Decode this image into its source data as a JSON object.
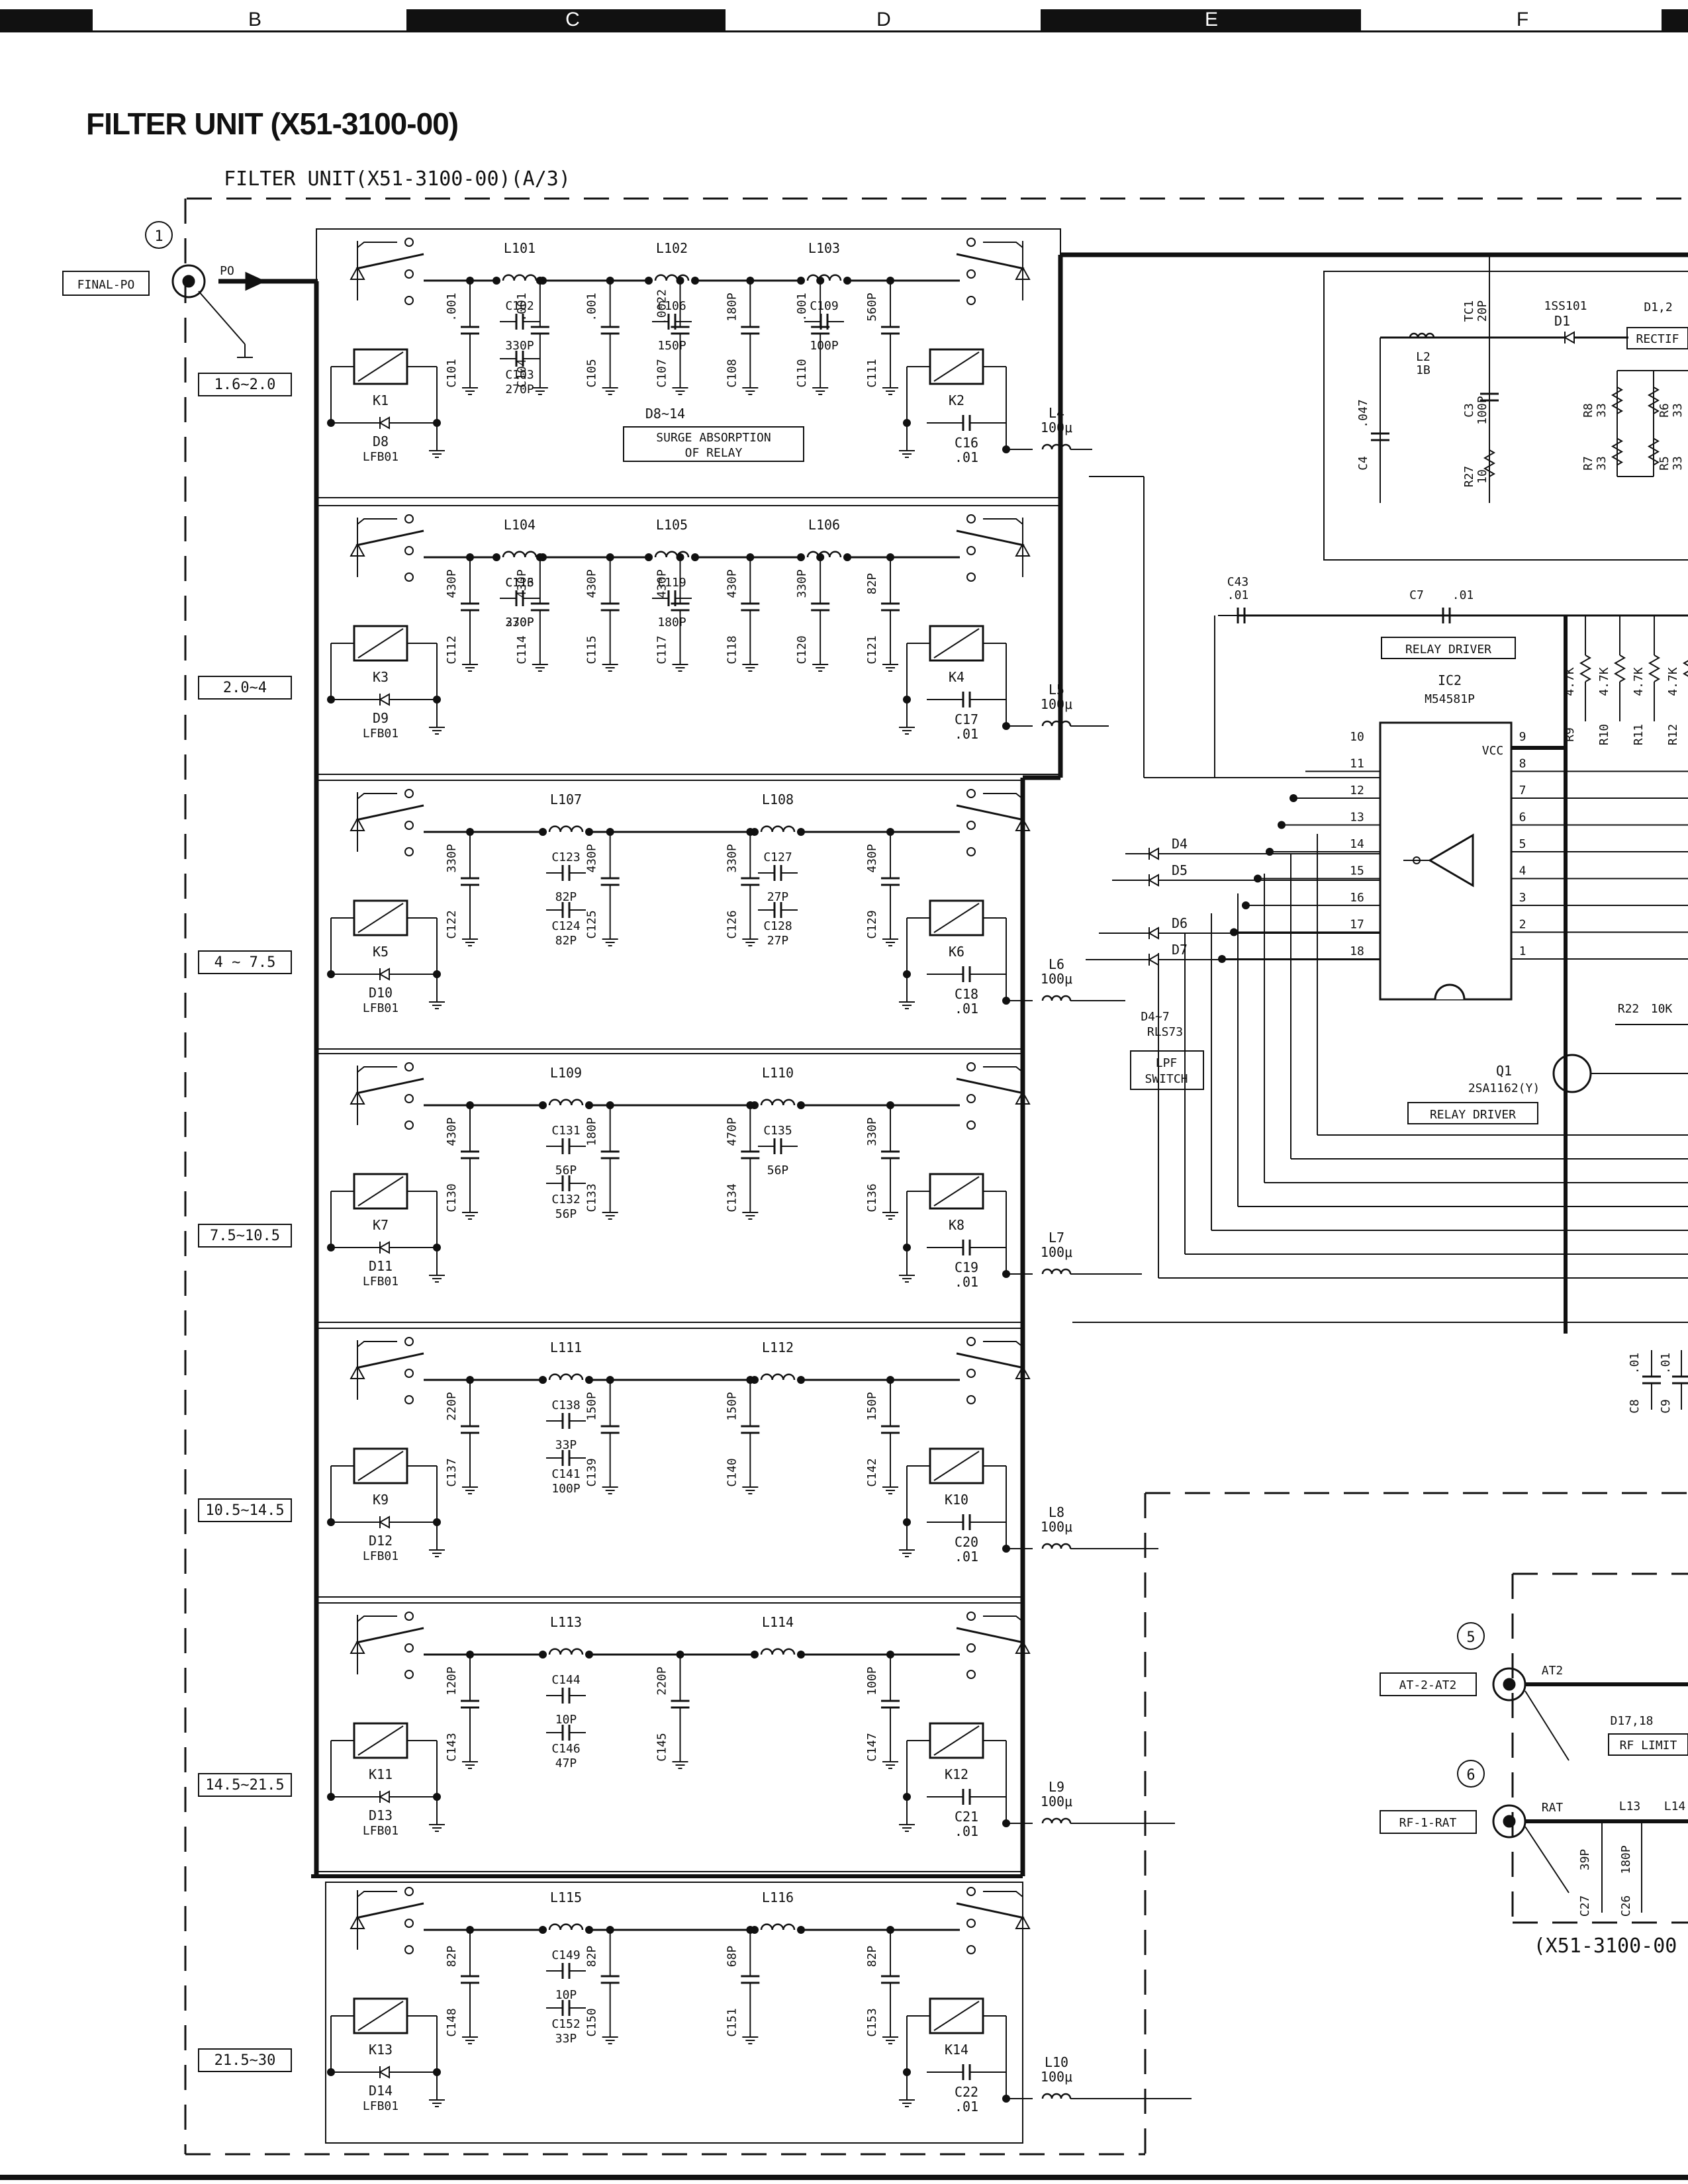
{
  "page": {
    "title": "FILTER UNIT (X51-3100-00)"
  },
  "grid": {
    "columns": [
      "B",
      "C",
      "D",
      "E",
      "F"
    ]
  },
  "frame": {
    "label": "FILTER UNIT(X51-3100-00)(A/3)"
  },
  "input": {
    "number": "1",
    "connector": "FINAL-PO",
    "pin": "PO"
  },
  "bands": [
    {
      "range": "1.6~2.0",
      "relays": [
        "K1",
        "K2"
      ],
      "diode": {
        "ref": "D8",
        "type": "LFB01"
      },
      "inductors": [
        "L101",
        "L102",
        "L103"
      ],
      "shunt_caps": [
        {
          "ref": "C101",
          "val": ".001"
        },
        {
          "ref": "C104",
          "val": ".001"
        },
        {
          "ref": "C105",
          "val": ".001"
        },
        {
          "ref": "C107",
          "val": ".0022"
        },
        {
          "ref": "C108",
          "val": "180P"
        },
        {
          "ref": "C110",
          "val": ".001"
        },
        {
          "ref": "C111",
          "val": "560P"
        }
      ],
      "series_caps": [
        {
          "ref": "C102",
          "val": "330P"
        },
        {
          "ref": "C103",
          "val": "270P"
        },
        {
          "ref": "C106",
          "val": "150P"
        },
        {
          "ref": "C109",
          "val": "100P"
        }
      ],
      "bypass_cap": {
        "ref": "C16",
        "val": ".01"
      },
      "choke": {
        "ref": "L4",
        "val": "100μ"
      }
    },
    {
      "range": "2.0~4",
      "relays": [
        "K3",
        "K4"
      ],
      "diode": {
        "ref": "D9",
        "type": "LFB01"
      },
      "inductors": [
        "L104",
        "L105",
        "L106"
      ],
      "shunt_caps": [
        {
          "ref": "C112",
          "val": "430P"
        },
        {
          "ref": "C114",
          "val": "430P"
        },
        {
          "ref": "C115",
          "val": "430P"
        },
        {
          "ref": "C117",
          "val": "430P"
        },
        {
          "ref": "C118",
          "val": "430P"
        },
        {
          "ref": "C120",
          "val": "330P"
        },
        {
          "ref": "C121",
          "val": "82P"
        }
      ],
      "series_caps": [
        {
          "ref": "C113",
          "val": "330P"
        },
        {
          "ref": "C116",
          "val": "270P"
        },
        {
          "ref": "C119",
          "val": "180P"
        }
      ],
      "bypass_cap": {
        "ref": "C17",
        "val": ".01"
      },
      "choke": {
        "ref": "L5",
        "val": "100μ"
      }
    },
    {
      "range": "4 ~ 7.5",
      "relays": [
        "K5",
        "K6"
      ],
      "diode": {
        "ref": "D10",
        "type": "LFB01"
      },
      "inductors": [
        "L107",
        "L108"
      ],
      "shunt_caps": [
        {
          "ref": "C122",
          "val": "330P"
        },
        {
          "ref": "C125",
          "val": "430P"
        },
        {
          "ref": "C126",
          "val": "330P"
        },
        {
          "ref": "C129",
          "val": "430P"
        }
      ],
      "series_caps": [
        {
          "ref": "C123",
          "val": "82P"
        },
        {
          "ref": "C124",
          "val": "82P"
        },
        {
          "ref": "C127",
          "val": "27P"
        },
        {
          "ref": "C128",
          "val": "27P"
        }
      ],
      "bypass_cap": {
        "ref": "C18",
        "val": ".01"
      },
      "choke": {
        "ref": "L6",
        "val": "100μ"
      }
    },
    {
      "range": "7.5~10.5",
      "relays": [
        "K7",
        "K8"
      ],
      "diode": {
        "ref": "D11",
        "type": "LFB01"
      },
      "inductors": [
        "L109",
        "L110"
      ],
      "shunt_caps": [
        {
          "ref": "C130",
          "val": "430P"
        },
        {
          "ref": "C133",
          "val": "180P"
        },
        {
          "ref": "C134",
          "val": "470P"
        },
        {
          "ref": "C136",
          "val": "330P"
        }
      ],
      "series_caps": [
        {
          "ref": "C131",
          "val": "56P"
        },
        {
          "ref": "C132",
          "val": "56P"
        },
        {
          "ref": "C135",
          "val": "56P"
        }
      ],
      "bypass_cap": {
        "ref": "C19",
        "val": ".01"
      },
      "choke": {
        "ref": "L7",
        "val": "100μ"
      }
    },
    {
      "range": "10.5~14.5",
      "relays": [
        "K9",
        "K10"
      ],
      "diode": {
        "ref": "D12",
        "type": "LFB01"
      },
      "inductors": [
        "L111",
        "L112"
      ],
      "shunt_caps": [
        {
          "ref": "C137",
          "val": "220P"
        },
        {
          "ref": "C139",
          "val": "150P"
        },
        {
          "ref": "C140",
          "val": "150P"
        },
        {
          "ref": "C142",
          "val": "150P"
        }
      ],
      "series_caps": [
        {
          "ref": "C138",
          "val": "33P"
        },
        {
          "ref": "C141",
          "val": "100P"
        }
      ],
      "bypass_cap": {
        "ref": "C20",
        "val": ".01"
      },
      "choke": {
        "ref": "L8",
        "val": "100μ"
      }
    },
    {
      "range": "14.5~21.5",
      "relays": [
        "K11",
        "K12"
      ],
      "diode": {
        "ref": "D13",
        "type": "LFB01"
      },
      "inductors": [
        "L113",
        "L114"
      ],
      "shunt_caps": [
        {
          "ref": "C143",
          "val": "120P"
        },
        {
          "ref": "C145",
          "val": "220P"
        },
        {
          "ref": "C147",
          "val": "100P"
        }
      ],
      "series_caps": [
        {
          "ref": "C144",
          "val": "10P"
        },
        {
          "ref": "C146",
          "val": "47P"
        }
      ],
      "bypass_cap": {
        "ref": "C21",
        "val": ".01"
      },
      "choke": {
        "ref": "L9",
        "val": "100μ"
      }
    },
    {
      "range": "21.5~30",
      "relays": [
        "K13",
        "K14"
      ],
      "diode": {
        "ref": "D14",
        "type": "LFB01"
      },
      "inductors": [
        "L115",
        "L116"
      ],
      "shunt_caps": [
        {
          "ref": "C148",
          "val": "82P"
        },
        {
          "ref": "C150",
          "val": "82P"
        },
        {
          "ref": "C151",
          "val": "68P"
        },
        {
          "ref": "C153",
          "val": "82P"
        }
      ],
      "series_caps": [
        {
          "ref": "C149",
          "val": "10P"
        },
        {
          "ref": "C152",
          "val": "33P"
        }
      ],
      "bypass_cap": {
        "ref": "C22",
        "val": ".01"
      },
      "choke": {
        "ref": "L10",
        "val": "100μ"
      }
    }
  ],
  "surge_note": {
    "ref": "D8~14",
    "text1": "SURGE ABSORPTION",
    "text2": "OF RELAY"
  },
  "detector": {
    "tc1": {
      "ref": "TC1",
      "val": "20P"
    },
    "l2": {
      "ref": "L2",
      "val": "1B"
    },
    "c3": {
      "ref": "C3",
      "val": "100P"
    },
    "c4": {
      "ref": "C4",
      "val": ".047"
    },
    "r27": {
      "ref": "R27",
      "val": "10"
    },
    "d1": {
      "type": "1SS101",
      "ref": "D1"
    },
    "d12": {
      "ref": "D1,2",
      "label": "RECTIF"
    },
    "r8": {
      "ref": "R8",
      "val": "33"
    },
    "r6": {
      "ref": "R6",
      "val": "33"
    },
    "r7": {
      "ref": "R7",
      "val": "33"
    },
    "r5": {
      "ref": "R5",
      "val": "33"
    }
  },
  "relay_driver": {
    "c43": {
      "ref": "C43",
      "val": ".01"
    },
    "c7": {
      "ref": "C7",
      "val": ".01"
    },
    "label": "RELAY DRIVER",
    "ic": {
      "ref": "IC2",
      "part": "M54581P",
      "vcc": "VCC"
    },
    "left_pins": [
      "10",
      "11",
      "12",
      "13",
      "14",
      "15",
      "16",
      "17",
      "18"
    ],
    "right_pins": [
      "9",
      "8",
      "7",
      "6",
      "5",
      "4",
      "3",
      "2",
      "1"
    ],
    "resistors": [
      {
        "ref": "R9",
        "val": "4.7K"
      },
      {
        "ref": "R10",
        "val": "4.7K"
      },
      {
        "ref": "R11",
        "val": "4.7K"
      },
      {
        "ref": "R12",
        "val": "4.7K"
      }
    ],
    "diodes": [
      "D4",
      "D5",
      "D6",
      "D7"
    ],
    "diode_note": {
      "ref": "D4~7",
      "part": "RLS73",
      "label1": "LPF",
      "label2": "SWITCH"
    },
    "r22": {
      "ref": "R22",
      "val": "10K"
    },
    "q1": {
      "ref": "Q1",
      "part": "2SA1162(Y)",
      "label": "RELAY DRIVER"
    },
    "c8": {
      "ref": "C8",
      "val": ".01"
    },
    "c9": {
      "ref": "C9",
      "val": ".01"
    }
  },
  "aux": {
    "p5": {
      "number": "5",
      "connector": "AT-2-AT2",
      "pin": "AT2"
    },
    "p6": {
      "number": "6",
      "connector": "RF-1-RAT",
      "pin": "RAT"
    },
    "limiter": {
      "ref": "D17,18",
      "label": "RF LIMIT"
    },
    "l13": "L13",
    "l14": "L14",
    "c27": {
      "ref": "C27",
      "val": "39P"
    },
    "c26": {
      "ref": "C26",
      "val": "180P"
    },
    "footer": "(X51-3100-00"
  }
}
